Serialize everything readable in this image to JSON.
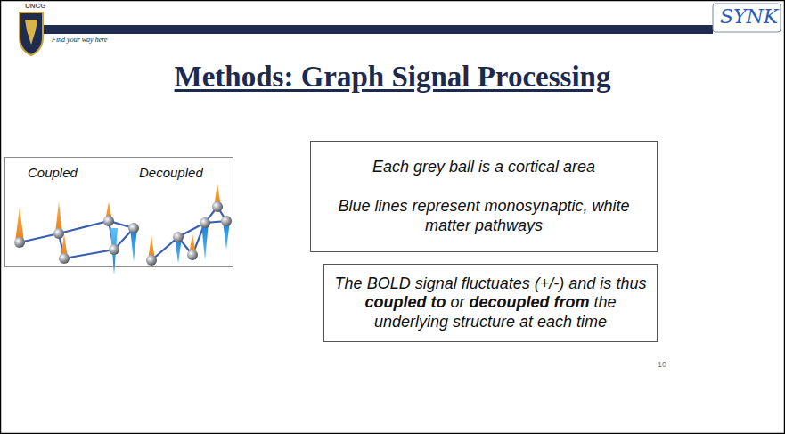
{
  "diagram": {
    "title": "Methods: Graph Signal Processing",
    "nodes": [
      {
        "text": [
          "Coupled",
          "Decoupled"
        ]
      },
      {
        "text": [
          "Each grey ball is a cortical area",
          "Blue lines represent monosynaptic, white matter pathways"
        ]
      },
      {
        "text": [
          "The BOLD signal fluctuates (+/-) and is thus coupled to or decoupled from the underlying structure at each time"
        ]
      }
    ],
    "labels": [
      "UNCG",
      "Find your way here",
      "SYNK",
      "10"
    ]
  }
}
